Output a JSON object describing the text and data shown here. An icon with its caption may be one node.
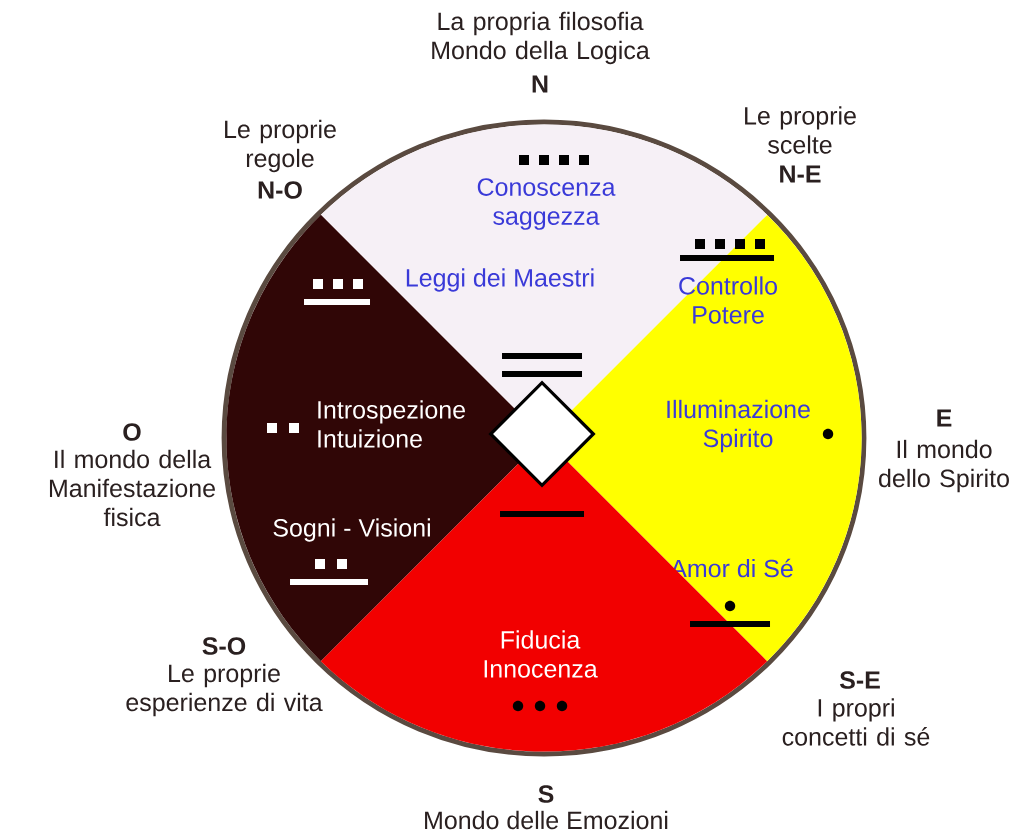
{
  "diagram": {
    "nodes": [
      {
        "text": [
          "Conoscenza saggezza",
          "Leggi dei Maestri"
        ]
      },
      {
        "text": [
          "Introspezione Intuizione",
          "Sogni - Visioni"
        ]
      },
      {
        "text": [
          "Controllo Potere",
          "Illuminazione Spirito",
          "Amor di Sé"
        ]
      },
      {
        "text": [
          "Fiducia Innocenza"
        ]
      },
      {
        "text": [],
        "shape": "diamond"
      }
    ],
    "edges": [],
    "labels": [
      "La propria filosofia Mondo della Logica",
      "N",
      "Le proprie regole",
      "N-O",
      "Le proprie scelte",
      "N-E",
      "O",
      "Il mondo della Manifestazione fisica",
      "E",
      "Il mondo dello Spirito",
      "S-O",
      "Le proprie esperienze di vita",
      "S-E",
      "I propri concetti di sé",
      "S",
      "Mondo delle Emozioni"
    ]
  }
}
